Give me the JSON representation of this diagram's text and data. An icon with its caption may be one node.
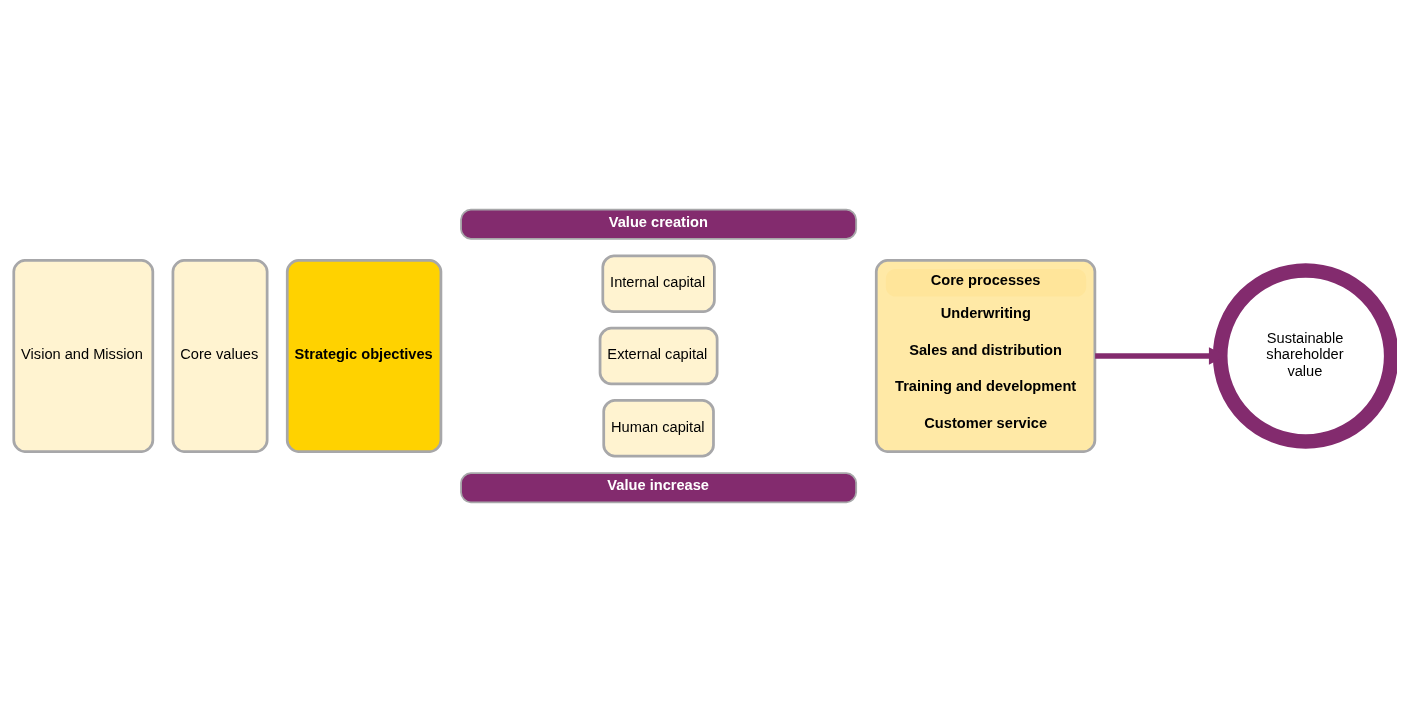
{
  "diagram": {
    "nodes": [
      {
        "text": [
          "Vision and Mission"
        ]
      },
      {
        "text": [
          "Core values"
        ]
      },
      {
        "text": [
          "Strategic objectives"
        ]
      },
      {
        "text": [
          "Internal capital"
        ]
      },
      {
        "text": [
          "External capital"
        ]
      },
      {
        "text": [
          "Human capital"
        ]
      },
      {
        "text": [
          "Core processes",
          "Underwriting",
          "Sales and distribution",
          "Training and development",
          "Customer service"
        ]
      },
      {
        "text": [
          "Sustainable shareholder value"
        ]
      },
      {
        "text": [
          "Value creation"
        ]
      },
      {
        "text": [
          "Value increase"
        ]
      }
    ],
    "edges": [
      {
        "from": 6,
        "to": 7,
        "arrow": "to"
      }
    ]
  }
}
